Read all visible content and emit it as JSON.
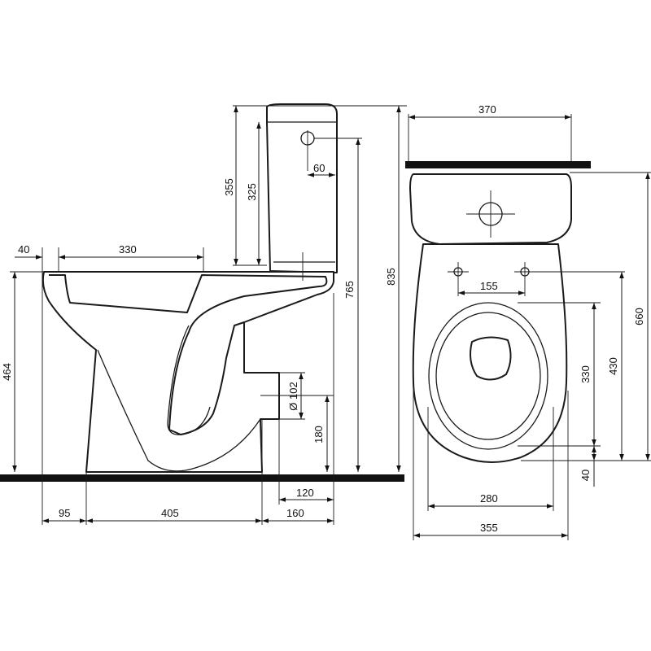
{
  "side_view": {
    "dims": {
      "d40": "40",
      "d330": "330",
      "d355": "355",
      "d325": "325",
      "d60": "60",
      "d765": "765",
      "d835": "835",
      "d464": "464",
      "d102": "Ø 102",
      "d180": "180",
      "d120": "120",
      "d95": "95",
      "d405": "405",
      "d160": "160"
    }
  },
  "top_view": {
    "dims": {
      "d370": "370",
      "d155": "155",
      "d660": "660",
      "d430": "430",
      "d330": "330",
      "d40": "40",
      "d280": "280",
      "d355": "355"
    }
  }
}
